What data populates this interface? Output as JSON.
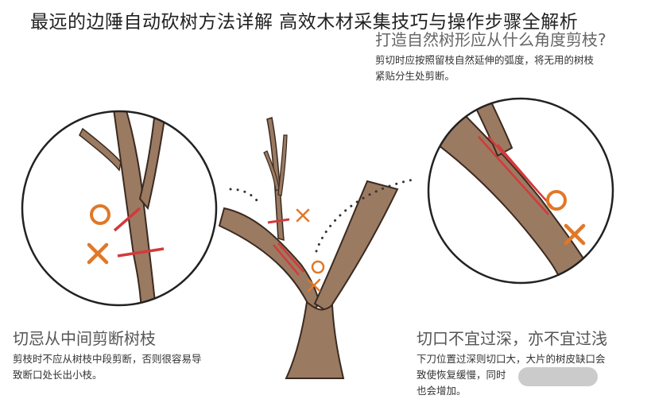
{
  "overlay_title": "最远的边陲自动砍树方法详解 高效木材采集技巧与操作步骤全解析",
  "top_right": {
    "heading": "打造自然树形应从什么角度剪枝?",
    "lines": [
      "剪切时应按照留枝自然延伸的弧度，将无用的树枝",
      "紧贴分生处剪断。"
    ]
  },
  "bottom_left": {
    "heading": "切忌从中间剪断树枝",
    "lines": [
      "剪枝时不应从树枝中段剪断，否则很容易导",
      "致断口处长出小枝。"
    ]
  },
  "bottom_right": {
    "heading": "切口不宜过深，亦不宜过浅",
    "lines": [
      "下刀位置过深则切口大，大片的树皮缺口会",
      "致使恢复缓慢，同时",
      "也会增加。"
    ]
  },
  "colors": {
    "trunk": "#9b7a62",
    "outline": "#3a2a20",
    "mark": "#e07828",
    "cut": "#d33a3a"
  },
  "icons": [
    "circle-mark-icon",
    "cross-mark-icon"
  ]
}
